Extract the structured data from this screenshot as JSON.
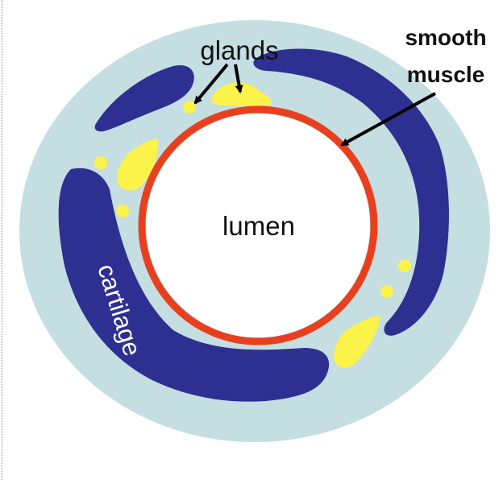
{
  "diagram": {
    "labels": {
      "glands": "glands",
      "smooth_muscle_line1": "smooth",
      "smooth_muscle_line2": "muscle",
      "lumen": "lumen",
      "cartilage": "cartilage"
    },
    "colors": {
      "background": "#ffffff",
      "submucosa": "#c4dee2",
      "cartilage": "#2d3090",
      "smooth_muscle": "#e8401e",
      "glands": "#fbf24a",
      "lumen": "#ffffff",
      "arrows": "#000000"
    }
  }
}
